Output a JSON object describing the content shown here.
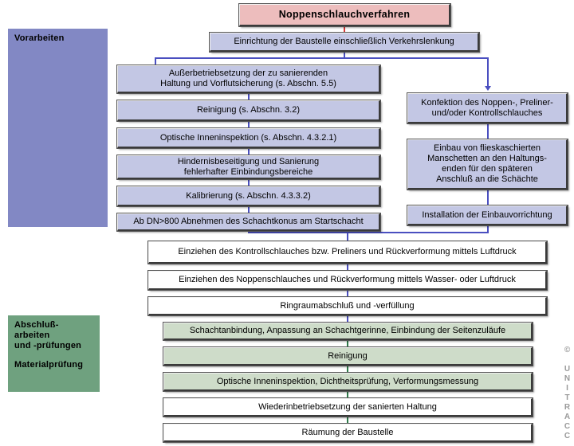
{
  "diagram": {
    "title": "Noppenschlauchverfahren",
    "watermark": "© UNITRACC",
    "colors": {
      "title_fill": "#edbdbd",
      "preparation_fill": "#c3c7e4",
      "preparation_phase_fill": "#8288c4",
      "completion_fill": "#cedcc9",
      "completion_phase_fill": "#6fa17f",
      "plain_fill": "#ffffff",
      "connector_blue": "#4a4fc0",
      "connector_red": "#d83a3a",
      "connector_green": "#2f7a4a",
      "border_dark": "#3a3a3a"
    }
  },
  "phases": [
    {
      "id": "vorarbeiten",
      "lines": [
        "Vorarbeiten"
      ]
    },
    {
      "id": "abschluss",
      "lines": [
        "Abschluß-",
        "arbeiten",
        "und -prüfungen",
        "",
        "Materialprüfung"
      ]
    }
  ],
  "steps": {
    "title": "Noppenschlauchverfahren",
    "setup": "Einrichtung der Baustelle einschließlich Verkehrslenkung",
    "left_column": [
      "Außerbetriebsetzung der zu sanierenden\nHaltung und Vorflutsicherung (s. Abschn. 5.5)",
      "Reinigung (s. Abschn. 3.2)",
      "Optische Inneninspektion (s. Abschn. 4.3.2.1)",
      "Hindernisbeseitigung und Sanierung\nfehlerhafter Einbindungsbereiche",
      "Kalibrierung (s. Abschn. 4.3.3.2)",
      "Ab DN>800 Abnehmen des Schachtkonus am Startschacht"
    ],
    "right_column": [
      "Konfektion des Noppen-, Preliner-\nund/oder Kontrollschlauches",
      "Einbau von flieskaschierten\nManschetten an den Haltungs-\nenden für den späteren\nAnschluß an die Schächte",
      "Installation der Einbauvorrichtung"
    ],
    "main_column": [
      "Einziehen des Kontrollschlauches bzw. Preliners und Rückverformung mittels Luftdruck",
      "Einziehen des Noppenschlauches und Rückverformung mittels  Wasser- oder Luftdruck",
      "Ringraumabschluß und -verfüllung"
    ],
    "completion_column": [
      "Schachtanbindung, Anpassung an Schachtgerinne, Einbindung der Seitenzuläufe",
      "Reinigung",
      "Optische Inneninspektion, Dichtheitsprüfung, Verformungsmessung",
      "Wiederinbetriebsetzung der sanierten Haltung",
      "Räumung der Baustelle"
    ]
  }
}
